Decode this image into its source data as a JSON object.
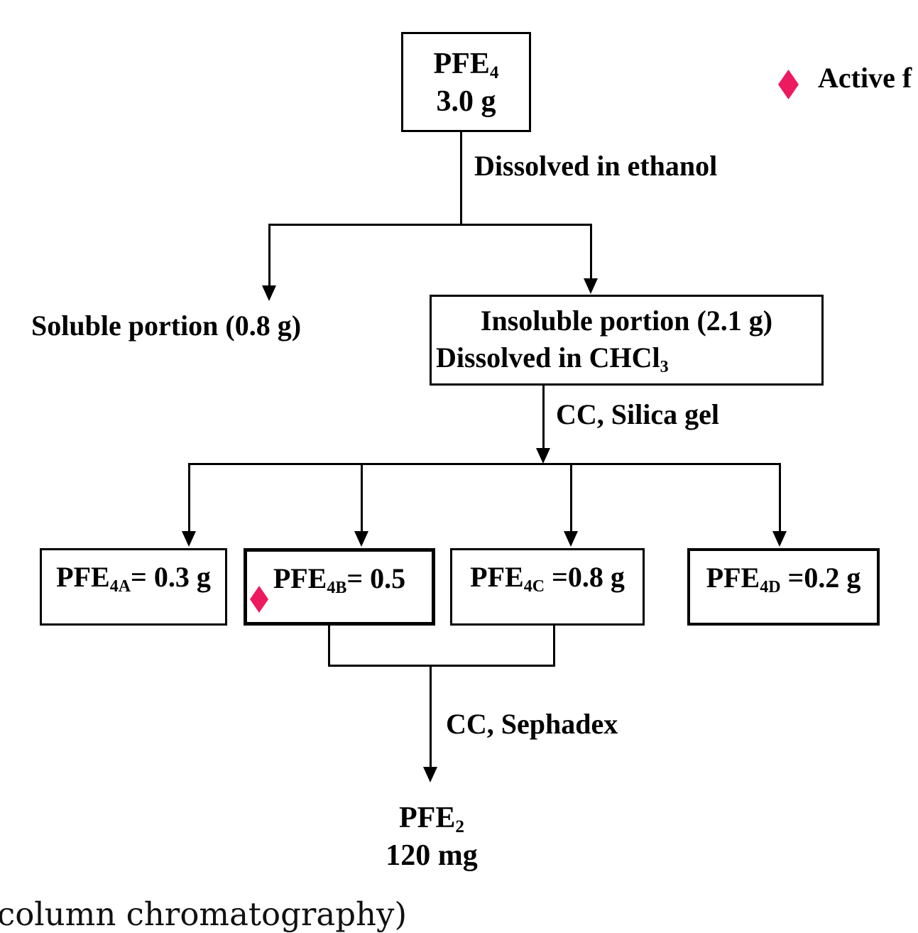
{
  "legend": {
    "label": "Active f",
    "diamond_color": "#ED1A60"
  },
  "nodes": {
    "root": {
      "name": "PFE",
      "sub": "4",
      "weight": "3.0 g"
    },
    "soluble": {
      "label": "Soluble portion (0.8 g)"
    },
    "insoluble": {
      "line1": "Insoluble portion (2.1 g)",
      "line2_text": "Dissolved in CHCl",
      "line2_sub": "3"
    },
    "pfe4a": {
      "name": "PFE",
      "sub": "4A",
      "value": "= 0.3 g"
    },
    "pfe4b": {
      "name": "PFE",
      "sub": "4B",
      "value": "= 0.5"
    },
    "pfe4c": {
      "name": "PFE",
      "sub": "4C",
      "value": " =0.8 g"
    },
    "pfe4d": {
      "name": "PFE",
      "sub": "4D",
      "value": " =0.2 g"
    },
    "final": {
      "name": "PFE",
      "sub": "2",
      "weight": "120 mg"
    }
  },
  "edge_labels": {
    "ethanol": "Dissolved in ethanol",
    "silica": "CC, Silica gel",
    "sephadex": "CC, Sephadex"
  },
  "caption": "column chromatography)"
}
